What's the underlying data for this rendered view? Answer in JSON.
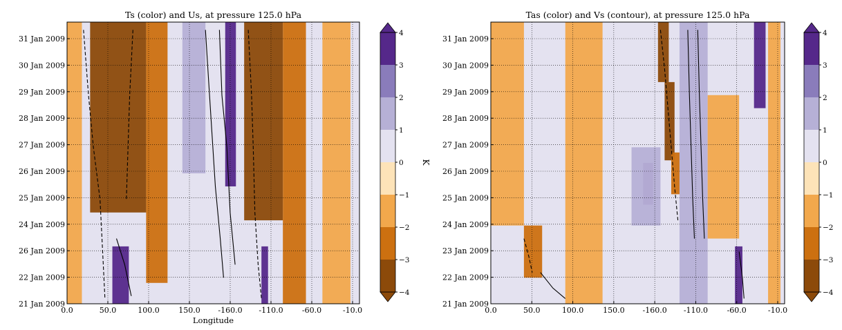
{
  "chart_data": [
    {
      "type": "heatmap",
      "title": "Ts (color) and Us, at pressure 125.0 hPa",
      "xlabel": "Longitude",
      "ylabel": "",
      "x_ticks": [
        "0.0",
        "50.0",
        "100.0",
        "150.0",
        "-160.0",
        "-110.0",
        "-60.0",
        "-10.0"
      ],
      "y_ticks": [
        "21 Jan 2009",
        "22 Jan 2009",
        "26 Jan 2009",
        "24 Jan 2009",
        "25 Jan 2009",
        "26 Jan 2009",
        "27 Jan 2009",
        "28 Jan 2009",
        "29 Jan 2009",
        "30 Jan 2009",
        "31 Jan 2009"
      ],
      "grid": true,
      "colorbar": {
        "label": "K",
        "ticks": [
          "−4",
          "−3",
          "−2",
          "−1",
          "0",
          "1",
          "2",
          "3",
          "4"
        ],
        "levels": [
          -4,
          -3,
          -2,
          -1,
          0,
          1,
          2,
          3,
          4
        ],
        "colors": [
          "#8c4a0a",
          "#cc7010",
          "#f2a84c",
          "#fde3b8",
          "#e4e2f0",
          "#b6b0d6",
          "#8a7cbb",
          "#55288a"
        ]
      },
      "bands": [
        {
          "lon_start": 0,
          "lon_end": 18,
          "t_start": 21,
          "t_end": 31.8,
          "value": -1.5
        },
        {
          "lon_start": 28,
          "lon_end": 96,
          "t_start": 24.5,
          "t_end": 31.8,
          "value": -3.5
        },
        {
          "lon_start": 96,
          "lon_end": 122,
          "t_start": 21.8,
          "t_end": 31.8,
          "value": -2.5
        },
        {
          "lon_start": 55,
          "lon_end": 75,
          "t_start": 21,
          "t_end": 23.2,
          "value": 3.5
        },
        {
          "lon_start": 140,
          "lon_end": 168,
          "t_start": 26,
          "t_end": 31.8,
          "value": 1.5
        },
        {
          "lon_start": 192,
          "lon_end": 205,
          "t_start": 25.5,
          "t_end": 31.8,
          "value": 3.5
        },
        {
          "lon_start": 215,
          "lon_end": 262,
          "t_start": 24.2,
          "t_end": 31.8,
          "value": -3.5
        },
        {
          "lon_start": 236,
          "lon_end": 244,
          "t_start": 21,
          "t_end": 23.2,
          "value": 3.5
        },
        {
          "lon_start": 262,
          "lon_end": 290,
          "t_start": 21,
          "t_end": 31.8,
          "value": -2.5
        },
        {
          "lon_start": 310,
          "lon_end": 344,
          "t_start": 21,
          "t_end": 31.8,
          "value": -1.5
        }
      ],
      "contours": [
        {
          "style": "solid",
          "points": [
            [
              168,
              31.5
            ],
            [
              172,
              29.5
            ],
            [
              176,
              27.5
            ],
            [
              180,
              25.5
            ],
            [
              186,
              23.5
            ],
            [
              190,
              22
            ]
          ]
        },
        {
          "style": "solid",
          "points": [
            [
              185,
              31.5
            ],
            [
              188,
              29
            ],
            [
              194,
              27
            ],
            [
              198,
              24.5
            ],
            [
              204,
              22.5
            ]
          ]
        },
        {
          "style": "solid",
          "points": [
            [
              60,
              23.5
            ],
            [
              70,
              22.5
            ],
            [
              78,
              21.3
            ]
          ]
        },
        {
          "style": "dashed",
          "points": [
            [
              20,
              31.5
            ],
            [
              26,
              29
            ],
            [
              32,
              27
            ],
            [
              40,
              25
            ],
            [
              44,
              22.5
            ],
            [
              46,
              21.2
            ]
          ]
        },
        {
          "style": "dashed",
          "points": [
            [
              80,
              31.5
            ],
            [
              76,
              29
            ],
            [
              74,
              27
            ],
            [
              72,
              25
            ]
          ]
        },
        {
          "style": "dashed",
          "points": [
            [
              220,
              31.5
            ],
            [
              224,
              29
            ],
            [
              226,
              27
            ],
            [
              228,
              24.5
            ],
            [
              232,
              22.5
            ],
            [
              236,
              21.2
            ]
          ]
        }
      ]
    },
    {
      "type": "heatmap",
      "title": "Tas (color) and Vs (contour), at pressure 125.0 hPa",
      "xlabel": "",
      "ylabel": "",
      "x_ticks": [
        "0.0",
        "50.0",
        "100.0",
        "150.0",
        "-160.0",
        "-110.0",
        "-60.0",
        "-10.0"
      ],
      "y_ticks": [
        "21 Jan 2009",
        "22 Jan 2009",
        "23 Jan 2009",
        "24 Jan 2009",
        "25 Jan 2009",
        "26 Jan 2009",
        "27 Jan 2009",
        "28 Jan 2009",
        "29 Jan 2009",
        "30 Jan 2009",
        "31 Jan 2009"
      ],
      "grid": true,
      "colorbar": {
        "label": "K",
        "ticks": [
          "−4",
          "−3",
          "−2",
          "−1",
          "0",
          "1",
          "2",
          "3",
          "4"
        ],
        "levels": [
          -4,
          -3,
          -2,
          -1,
          0,
          1,
          2,
          3,
          4
        ],
        "colors": [
          "#8c4a0a",
          "#cc7010",
          "#f2a84c",
          "#fde3b8",
          "#e4e2f0",
          "#b6b0d6",
          "#8a7cbb",
          "#55288a"
        ]
      },
      "bands": [
        {
          "lon_start": 0,
          "lon_end": 40,
          "t_start": 24,
          "t_end": 31.8,
          "value": -1.5
        },
        {
          "lon_start": 40,
          "lon_end": 62,
          "t_start": 22,
          "t_end": 24,
          "value": -2.5
        },
        {
          "lon_start": 90,
          "lon_end": 135,
          "t_start": 21,
          "t_end": 31.8,
          "value": -1.5
        },
        {
          "lon_start": 184,
          "lon_end": 196,
          "t_start": 24.8,
          "t_end": 26.4,
          "value": 3.5
        },
        {
          "lon_start": 170,
          "lon_end": 205,
          "t_start": 24,
          "t_end": 27,
          "value": 1.5
        },
        {
          "lon_start": 202,
          "lon_end": 215,
          "t_start": 29.5,
          "t_end": 31.8,
          "value": -3.5
        },
        {
          "lon_start": 210,
          "lon_end": 222,
          "t_start": 26.5,
          "t_end": 29.5,
          "value": -3.5
        },
        {
          "lon_start": 218,
          "lon_end": 228,
          "t_start": 25.2,
          "t_end": 26.8,
          "value": -2.5
        },
        {
          "lon_start": 228,
          "lon_end": 262,
          "t_start": 21,
          "t_end": 31.8,
          "value": 1.5
        },
        {
          "lon_start": 262,
          "lon_end": 300,
          "t_start": 23.5,
          "t_end": 29,
          "value": -1.5
        },
        {
          "lon_start": 295,
          "lon_end": 304,
          "t_start": 21,
          "t_end": 23.2,
          "value": 3.5
        },
        {
          "lon_start": 318,
          "lon_end": 332,
          "t_start": 28.5,
          "t_end": 31.8,
          "value": 3.5
        },
        {
          "lon_start": 335,
          "lon_end": 350,
          "t_start": 21,
          "t_end": 31.8,
          "value": -1.5
        }
      ],
      "contours": [
        {
          "style": "solid",
          "points": [
            [
              238,
              31.5
            ],
            [
              240,
              29
            ],
            [
              242,
              27
            ],
            [
              244,
              25
            ],
            [
              246,
              23.5
            ]
          ]
        },
        {
          "style": "solid",
          "points": [
            [
              250,
              31.5
            ],
            [
              252,
              29
            ],
            [
              254,
              27
            ],
            [
              256,
              25
            ],
            [
              258,
              23.5
            ]
          ]
        },
        {
          "style": "solid",
          "points": [
            [
              300,
              23
            ],
            [
              304,
              22
            ],
            [
              306,
              21.2
            ]
          ]
        },
        {
          "style": "solid",
          "points": [
            [
              60,
              22.2
            ],
            [
              75,
              21.6
            ],
            [
              90,
              21.2
            ]
          ]
        },
        {
          "style": "dashed",
          "points": [
            [
              205,
              31.5
            ],
            [
              210,
              30
            ],
            [
              214,
              28.5
            ],
            [
              218,
              27
            ],
            [
              222,
              25.5
            ],
            [
              226,
              24.2
            ]
          ]
        },
        {
          "style": "dashed",
          "points": [
            [
              40,
              23.5
            ],
            [
              46,
              22.8
            ],
            [
              50,
              22.2
            ]
          ]
        }
      ]
    }
  ]
}
